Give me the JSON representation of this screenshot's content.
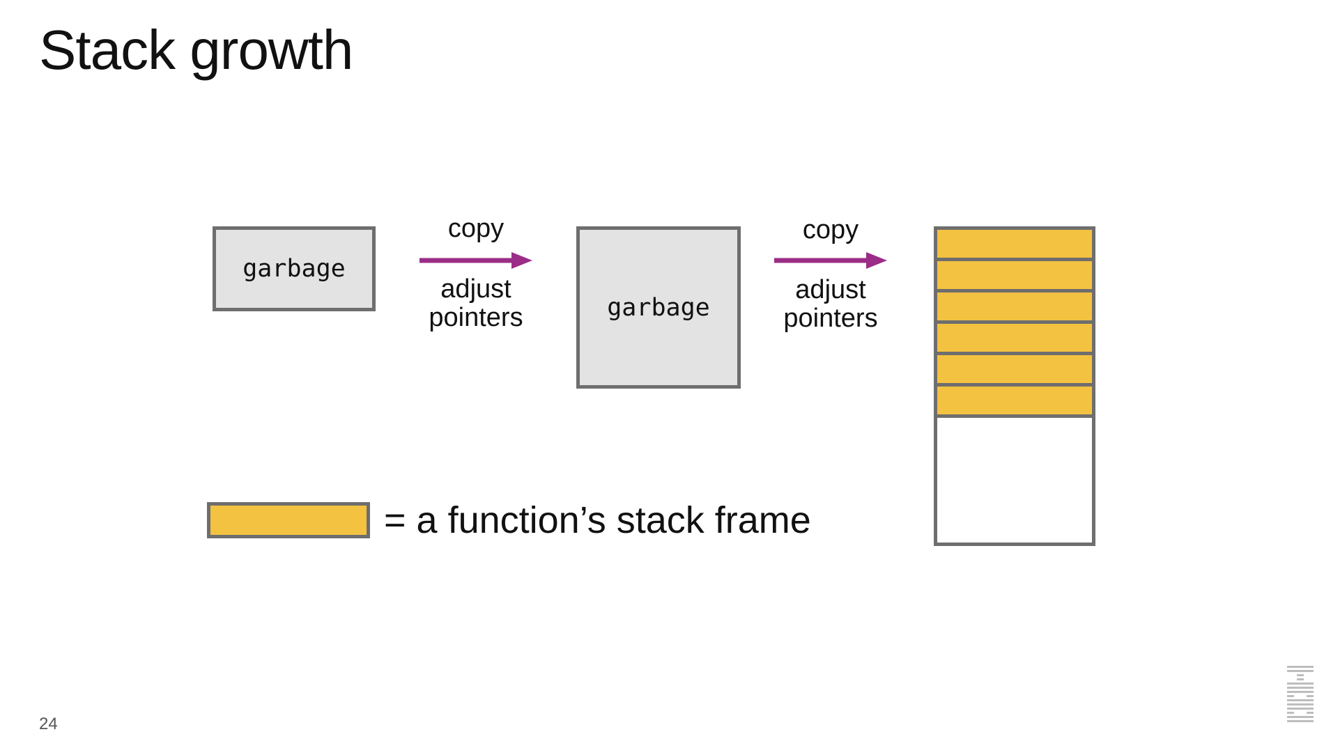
{
  "title": "Stack growth",
  "boxes": {
    "small_label": "garbage",
    "large_label": "garbage"
  },
  "arrows": [
    {
      "top_label": "copy",
      "bottom_label": "adjust\npointers"
    },
    {
      "top_label": "copy",
      "bottom_label": "adjust\npointers"
    }
  ],
  "stack": {
    "filled_frames": 6
  },
  "legend": {
    "text": "= a function’s stack frame"
  },
  "page_number": "24",
  "logo": {
    "name": "ibm-logo",
    "text": "IBM"
  },
  "colors": {
    "stack_frame": "#f4c241",
    "arrow": "#9b2c87",
    "box_fill": "#e3e3e3",
    "border": "#6e6e6e"
  }
}
